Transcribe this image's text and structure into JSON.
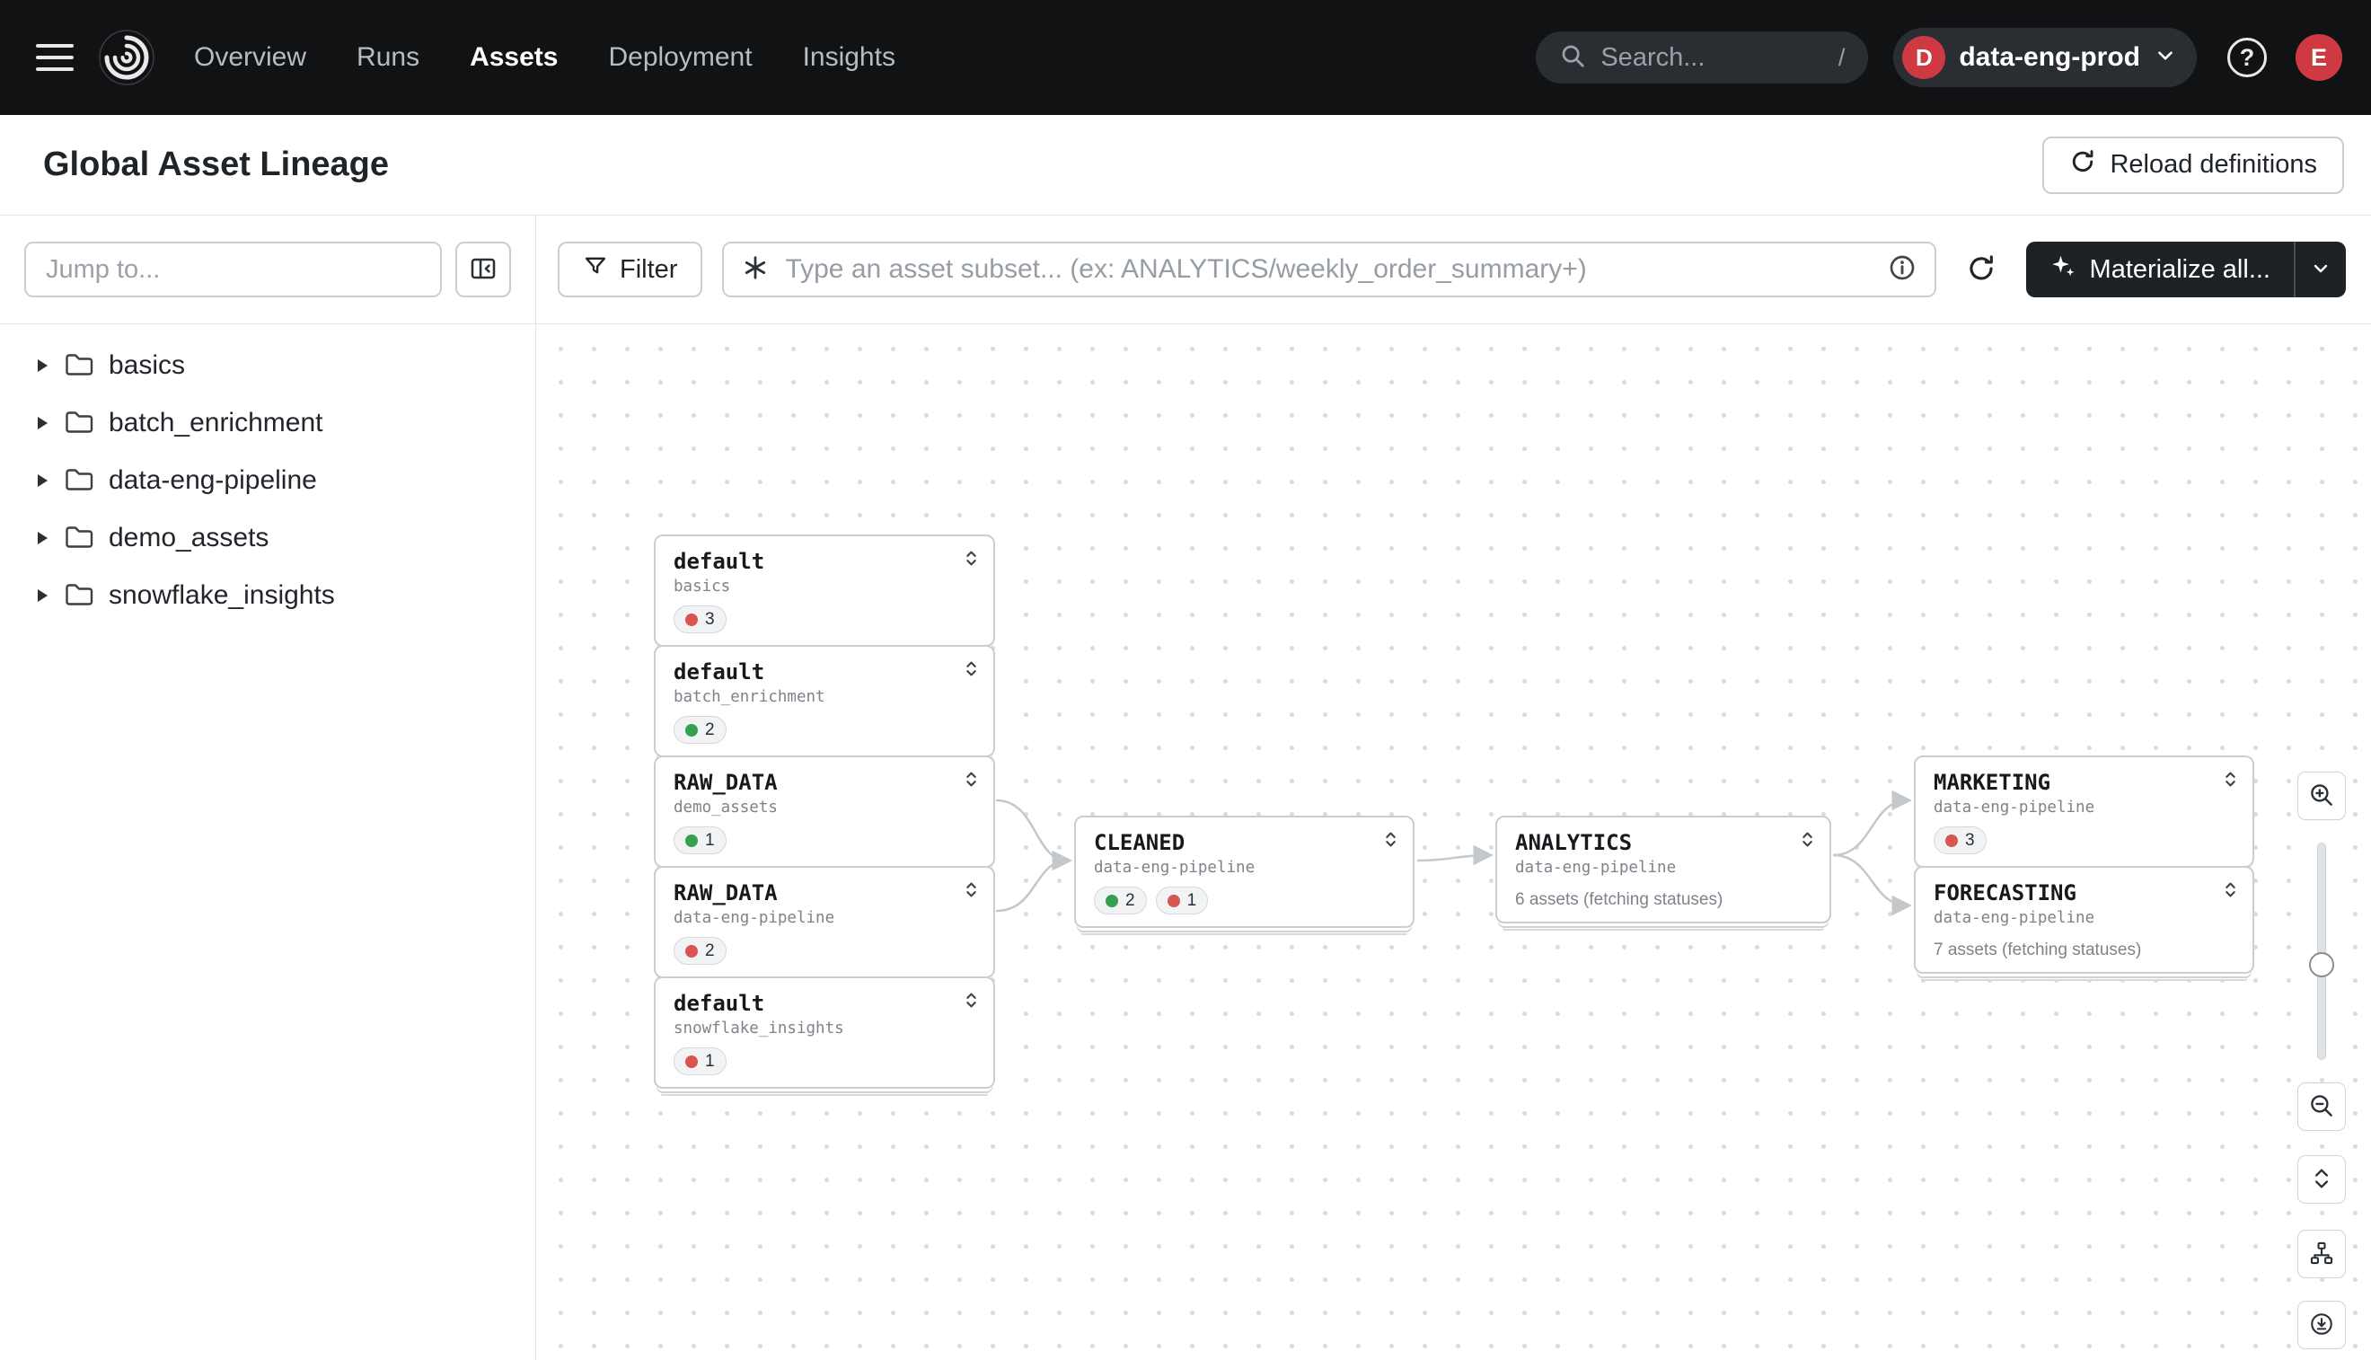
{
  "navbar": {
    "links": [
      {
        "label": "Overview"
      },
      {
        "label": "Runs"
      },
      {
        "label": "Assets"
      },
      {
        "label": "Deployment"
      },
      {
        "label": "Insights"
      }
    ],
    "search": {
      "placeholder": "Search...",
      "shortcut": "/"
    },
    "deployment": {
      "initial": "D",
      "name": "data-eng-prod"
    },
    "user_initial": "E"
  },
  "header": {
    "title": "Global Asset Lineage",
    "reload_label": "Reload definitions"
  },
  "sidebar": {
    "jump_placeholder": "Jump to...",
    "folders": [
      {
        "label": "basics"
      },
      {
        "label": "batch_enrichment"
      },
      {
        "label": "data-eng-pipeline"
      },
      {
        "label": "demo_assets"
      },
      {
        "label": "snowflake_insights"
      }
    ]
  },
  "toolbar": {
    "filter_label": "Filter",
    "subset_placeholder": "Type an asset subset... (ex: ANALYTICS/weekly_order_summary+)",
    "materialize_label": "Materialize all..."
  },
  "graph": {
    "nodes": [
      {
        "title": "default",
        "subtitle": "basics",
        "badges": [
          {
            "color": "red",
            "count": "3"
          }
        ]
      },
      {
        "title": "default",
        "subtitle": "batch_enrichment",
        "badges": [
          {
            "color": "green",
            "count": "2"
          }
        ]
      },
      {
        "title": "RAW_DATA",
        "subtitle": "demo_assets",
        "badges": [
          {
            "color": "green",
            "count": "1"
          }
        ]
      },
      {
        "title": "RAW_DATA",
        "subtitle": "data-eng-pipeline",
        "badges": [
          {
            "color": "red",
            "count": "2"
          }
        ]
      },
      {
        "title": "default",
        "subtitle": "snowflake_insights",
        "badges": [
          {
            "color": "red",
            "count": "1"
          }
        ]
      },
      {
        "title": "CLEANED",
        "subtitle": "data-eng-pipeline",
        "badges": [
          {
            "color": "green",
            "count": "2"
          },
          {
            "color": "red",
            "count": "1"
          }
        ]
      },
      {
        "title": "ANALYTICS",
        "subtitle": "data-eng-pipeline",
        "status": "6 assets (fetching statuses)"
      },
      {
        "title": "MARKETING",
        "subtitle": "data-eng-pipeline",
        "badges": [
          {
            "color": "red",
            "count": "3"
          }
        ]
      },
      {
        "title": "FORECASTING",
        "subtitle": "data-eng-pipeline",
        "status": "7 assets (fetching statuses)"
      }
    ]
  },
  "colors": {
    "accent_red": "#cf3a42",
    "status_green": "#35a04f",
    "status_red": "#d85552",
    "navbar_bg": "#111214",
    "materialize_bg": "#1e2125"
  }
}
